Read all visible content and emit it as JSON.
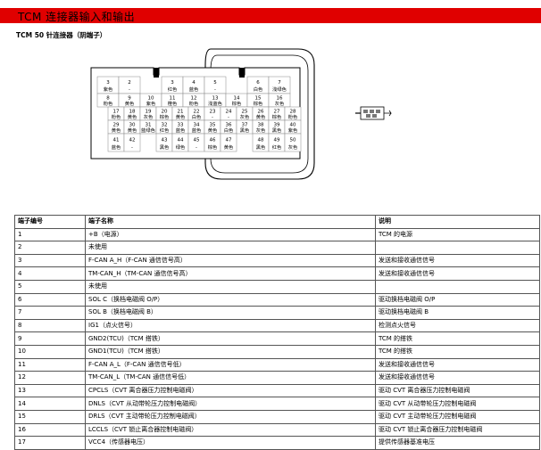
{
  "header": {
    "title": "TCM 连接器输入和输出",
    "subtitle": "TCM 50 针连接器（阴端子）"
  },
  "connector": {
    "rows": [
      [
        {
          "num": "3",
          "color": "紫色"
        },
        {
          "num": "2",
          "color": "-"
        },
        {
          "num": "3",
          "color": "红色"
        },
        {
          "num": "4",
          "color": "蓝色"
        },
        {
          "num": "5",
          "color": "-"
        },
        {
          "num": "6",
          "color": "白色"
        },
        {
          "num": "7",
          "color": "浅绿色"
        }
      ],
      [
        {
          "num": "8",
          "color": "粉色"
        },
        {
          "num": "9",
          "color": "黄色"
        },
        {
          "num": "10",
          "color": "紫色"
        },
        {
          "num": "11",
          "color": "橙色"
        },
        {
          "num": "12",
          "color": "粉色"
        },
        {
          "num": "13",
          "color": "浅蓝色"
        },
        {
          "num": "14",
          "color": "棕色"
        },
        {
          "num": "15",
          "color": "棕色"
        },
        {
          "num": "16",
          "color": "灰色"
        }
      ],
      [
        {
          "num": "17",
          "color": "粉色"
        },
        {
          "num": "18",
          "color": "黄色"
        },
        {
          "num": "19",
          "color": "灰色"
        },
        {
          "num": "20",
          "color": "棕色"
        },
        {
          "num": "21",
          "color": "黄色"
        },
        {
          "num": "22",
          "color": "白色"
        },
        {
          "num": "23",
          "color": "-"
        },
        {
          "num": "24",
          "color": "-"
        },
        {
          "num": "25",
          "color": "灰色"
        },
        {
          "num": "26",
          "color": "黄色"
        },
        {
          "num": "27",
          "color": "棕色"
        },
        {
          "num": "28",
          "color": "粉色"
        }
      ],
      [
        {
          "num": "29",
          "color": "黄色"
        },
        {
          "num": "30",
          "color": "黄色"
        },
        {
          "num": "31",
          "color": "蓝绿色"
        },
        {
          "num": "32",
          "color": "红色"
        },
        {
          "num": "33",
          "color": "蓝色"
        },
        {
          "num": "34",
          "color": "蓝色"
        },
        {
          "num": "35",
          "color": "黄色"
        },
        {
          "num": "36",
          "color": "白色"
        },
        {
          "num": "37",
          "color": "黑色"
        },
        {
          "num": "38",
          "color": "灰色"
        },
        {
          "num": "39",
          "color": "黑色"
        },
        {
          "num": "40",
          "color": "紫色"
        }
      ],
      [
        {
          "num": "41",
          "color": "蓝色"
        },
        {
          "num": "42",
          "color": "-"
        },
        {
          "num": "43",
          "color": "黑色"
        },
        {
          "num": "44",
          "color": "绿色"
        },
        {
          "num": "45",
          "color": "-"
        },
        {
          "num": "46",
          "color": "棕色"
        },
        {
          "num": "47",
          "color": "黄色"
        },
        {
          "num": "48",
          "color": "黑色"
        },
        {
          "num": "49",
          "color": "红色"
        },
        {
          "num": "50",
          "color": "灰色"
        }
      ]
    ]
  },
  "table": {
    "headers": [
      "端子编号",
      "端子名称",
      "说明"
    ],
    "rows": [
      [
        "1",
        "+B（电源）",
        "TCM 的电源"
      ],
      [
        "2",
        "未使用",
        ""
      ],
      [
        "3",
        "F-CAN A_H（F-CAN 通信信号高）",
        "发送和接收通信信号"
      ],
      [
        "4",
        "TM-CAN_H（TM-CAN 通信信号高）",
        "发送和接收通信信号"
      ],
      [
        "5",
        "未使用",
        ""
      ],
      [
        "6",
        "SOL C（换档电磁阀 O/P）",
        "驱动换档电磁阀 O/P"
      ],
      [
        "7",
        "SOL B（换档电磁阀 B）",
        "驱动换档电磁阀 B"
      ],
      [
        "8",
        "IG1（点火信号）",
        "检测点火信号"
      ],
      [
        "9",
        "GND2(TCU)（TCM 搭铁）",
        "TCM 的搭铁"
      ],
      [
        "10",
        "GND1(TCU)（TCM 搭铁）",
        "TCM 的搭铁"
      ],
      [
        "11",
        "F-CAN A_L（F-CAN 通信信号低）",
        "发送和接收通信信号"
      ],
      [
        "12",
        "TM-CAN_L（TM-CAN 通信信号低）",
        "发送和接收通信信号"
      ],
      [
        "13",
        "CPCLS（CVT 离合器压力控制电磁阀）",
        "驱动 CVT 离合器压力控制电磁阀"
      ],
      [
        "14",
        "DNLS（CVT 从动带轮压力控制电磁阀）",
        "驱动 CVT 从动带轮压力控制电磁阀"
      ],
      [
        "15",
        "DRLS（CVT 主动带轮压力控制电磁阀）",
        "驱动 CVT 主动带轮压力控制电磁阀"
      ],
      [
        "16",
        "LCCLS（CVT 锁止离合器控制电磁阀）",
        "驱动 CVT 锁止离合器压力控制电磁阀"
      ],
      [
        "17",
        "VCC4（传感器电压）",
        "提供传感器基准电压"
      ]
    ]
  }
}
